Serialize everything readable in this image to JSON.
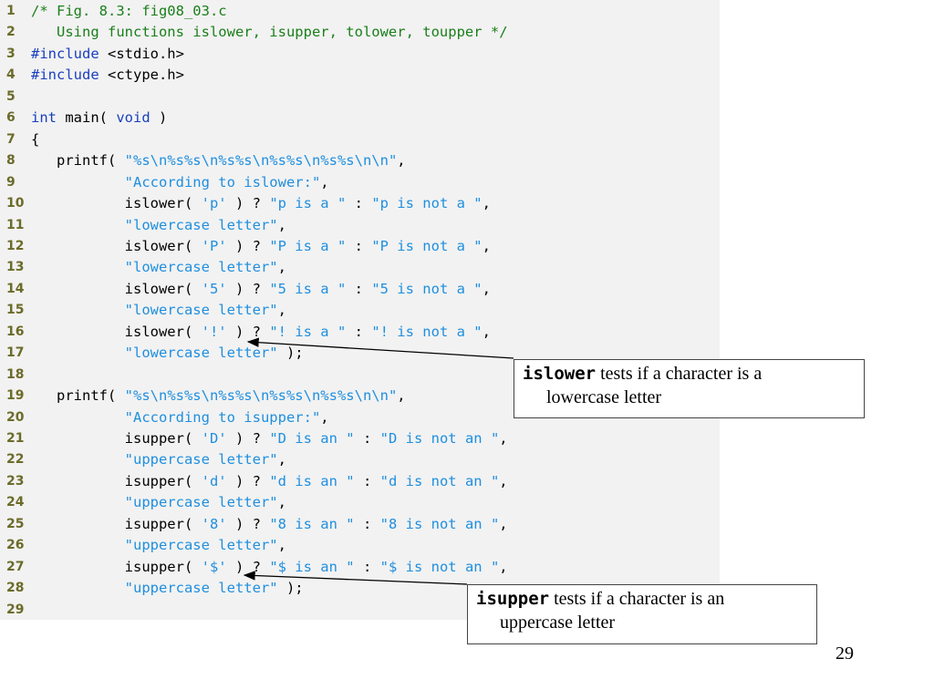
{
  "code_lines": [
    {
      "n": "1",
      "t": "/* Fig. 8.3: fig08_03.c"
    },
    {
      "n": "2",
      "t": "   Using functions islower, isupper, tolower, toupper */"
    },
    {
      "n": "3",
      "t": "#include <stdio.h>"
    },
    {
      "n": "4",
      "t": "#include <ctype.h>"
    },
    {
      "n": "5",
      "t": ""
    },
    {
      "n": "6",
      "t": "int main( void )"
    },
    {
      "n": "7",
      "t": "{"
    },
    {
      "n": "8",
      "t": "   printf( \"%s\\n%s%s\\n%s%s\\n%s%s\\n%s%s\\n\\n\","
    },
    {
      "n": "9",
      "t": "           \"According to islower:\","
    },
    {
      "n": "10",
      "t": "           islower( 'p' ) ? \"p is a \" : \"p is not a \","
    },
    {
      "n": "11",
      "t": "           \"lowercase letter\","
    },
    {
      "n": "12",
      "t": "           islower( 'P' ) ? \"P is a \" : \"P is not a \","
    },
    {
      "n": "13",
      "t": "           \"lowercase letter\","
    },
    {
      "n": "14",
      "t": "           islower( '5' ) ? \"5 is a \" : \"5 is not a \","
    },
    {
      "n": "15",
      "t": "           \"lowercase letter\","
    },
    {
      "n": "16",
      "t": "           islower( '!' ) ? \"! is a \" : \"! is not a \","
    },
    {
      "n": "17",
      "t": "           \"lowercase letter\" );"
    },
    {
      "n": "18",
      "t": ""
    },
    {
      "n": "19",
      "t": "   printf( \"%s\\n%s%s\\n%s%s\\n%s%s\\n%s%s\\n\\n\","
    },
    {
      "n": "20",
      "t": "           \"According to isupper:\","
    },
    {
      "n": "21",
      "t": "           isupper( 'D' ) ? \"D is an \" : \"D is not an \","
    },
    {
      "n": "22",
      "t": "           \"uppercase letter\","
    },
    {
      "n": "23",
      "t": "           isupper( 'd' ) ? \"d is an \" : \"d is not an \","
    },
    {
      "n": "24",
      "t": "           \"uppercase letter\","
    },
    {
      "n": "25",
      "t": "           isupper( '8' ) ? \"8 is an \" : \"8 is not an \","
    },
    {
      "n": "26",
      "t": "           \"uppercase letter\","
    },
    {
      "n": "27",
      "t": "           isupper( '$' ) ? \"$ is an \" : \"$ is not an \","
    },
    {
      "n": "28",
      "t": "           \"uppercase letter\" );"
    },
    {
      "n": "29",
      "t": ""
    }
  ],
  "callouts": {
    "islower": {
      "func": "islower",
      "rest": " tests if a character is a",
      "line2": "lowercase letter"
    },
    "isupper": {
      "func": "isupper",
      "rest": " tests if a character is an",
      "line2": "uppercase letter"
    }
  },
  "page_number": "29",
  "colors": {
    "comment": "#1a7f1a",
    "keyword": "#1a3fbf",
    "string": "#1f8fdf",
    "line_number": "#6b6b2a",
    "panel": "#f2f2f2"
  }
}
